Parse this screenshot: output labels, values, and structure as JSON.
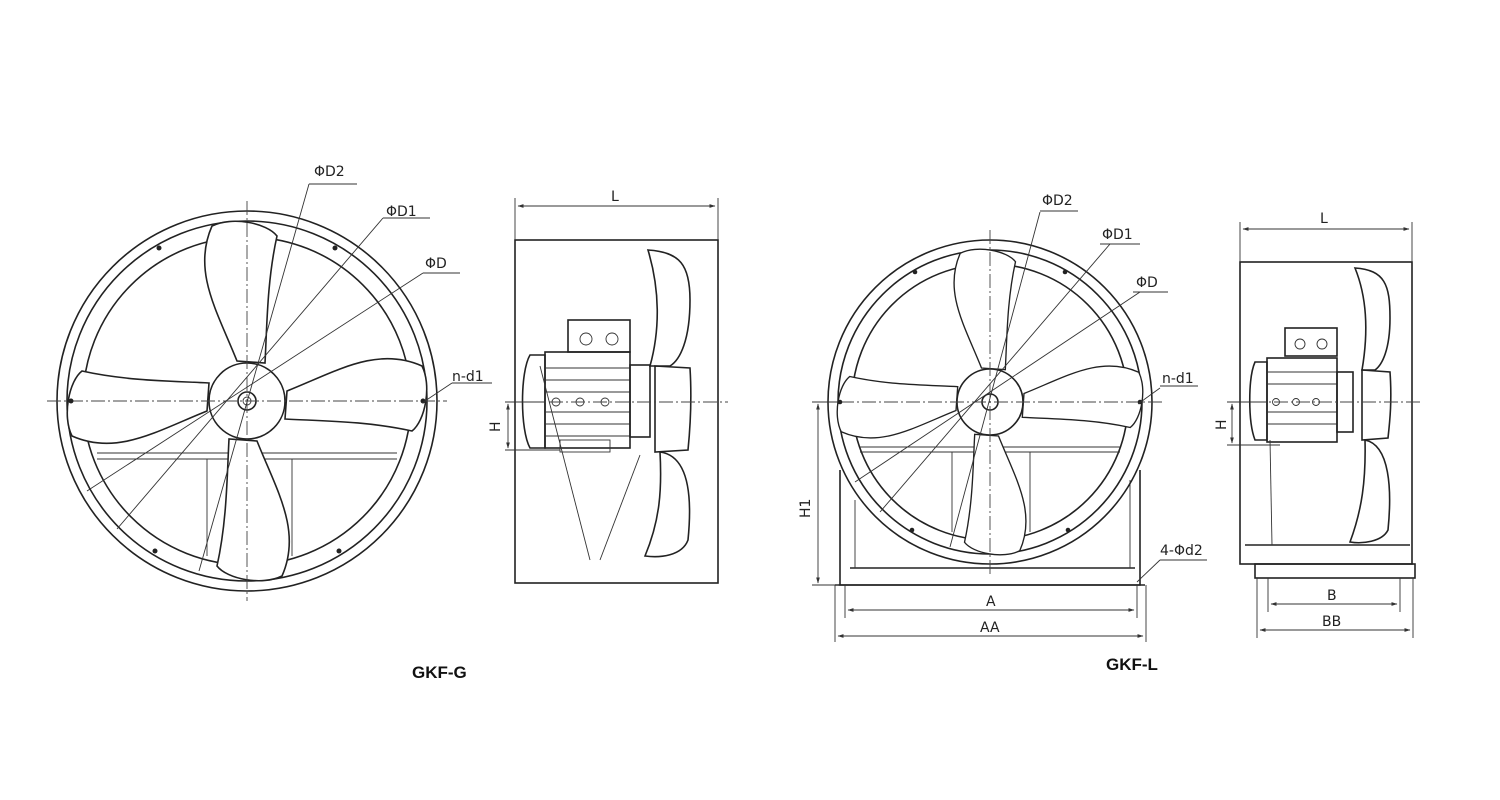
{
  "colors": {
    "line": "#222222",
    "background": "#ffffff"
  },
  "gkf_g": {
    "caption": "GKF-G",
    "front": {
      "phi_d2": "ΦD2",
      "phi_d1": "ΦD1",
      "phi_d": "ΦD",
      "n_d1": "n-d1"
    },
    "side": {
      "length": "L",
      "height": "H"
    }
  },
  "gkf_l": {
    "caption": "GKF-L",
    "front": {
      "phi_d2": "ΦD2",
      "phi_d1": "ΦD1",
      "phi_d": "ΦD",
      "n_d1": "n-d1",
      "base_holes": "4-Φd2",
      "h1": "H1",
      "a": "A",
      "aa": "AA"
    },
    "side": {
      "length": "L",
      "height": "H",
      "b": "B",
      "bb": "BB"
    }
  }
}
